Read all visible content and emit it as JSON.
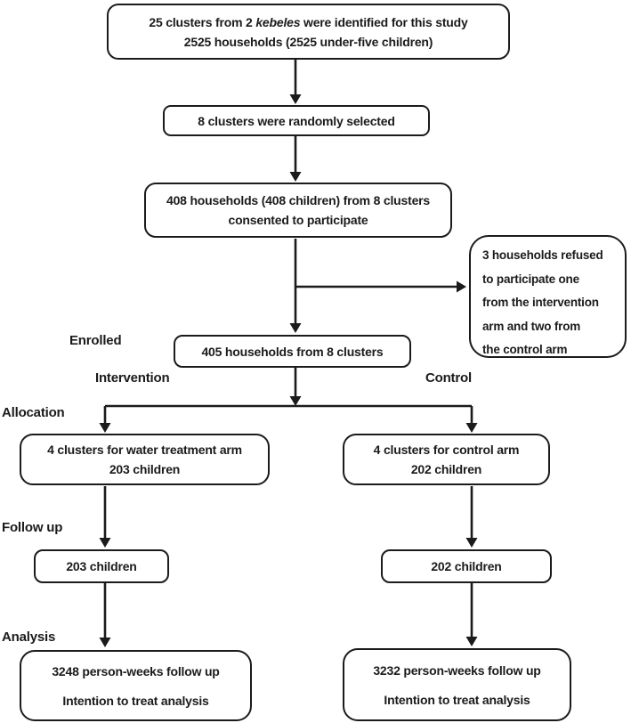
{
  "diagram": {
    "stage_labels": {
      "enrolled": "Enrolled",
      "allocation": "Allocation",
      "follow_up": "Follow up",
      "analysis": "Analysis"
    },
    "arm_labels": {
      "intervention": "Intervention",
      "control": "Control"
    },
    "boxes": {
      "identified": {
        "line1_pre": "25 clusters from 2 ",
        "line1_italic": "kebeles",
        "line1_post": " were identified for this study",
        "line2": "2525 households (2525 under-five children)"
      },
      "randomly_selected": {
        "line1": "8 clusters were randomly selected"
      },
      "consented": {
        "line1": "408 households (408 children) from 8 clusters",
        "line2": "consented to participate"
      },
      "refused": {
        "lines": [
          "3 households refused",
          "to participate one",
          "from the intervention",
          "arm and two from",
          "the control arm"
        ]
      },
      "enrolled": {
        "line1": "405 households from 8 clusters"
      },
      "intervention_allocation": {
        "line1": "4 clusters for water treatment arm",
        "line2": "203 children"
      },
      "control_allocation": {
        "line1": "4 clusters for control arm",
        "line2": "202 children"
      },
      "intervention_followup": {
        "line1": "203 children"
      },
      "control_followup": {
        "line1": "202 children"
      },
      "intervention_analysis": {
        "line1": "3248 person-weeks follow up",
        "line2": "Intention to treat analysis"
      },
      "control_analysis": {
        "line1": "3232 person-weeks follow up",
        "line2": "Intention to treat analysis"
      }
    },
    "colors": {
      "ink": "#1b1b1b",
      "box_fill": "#ffffff",
      "background": "#ffffff"
    }
  }
}
